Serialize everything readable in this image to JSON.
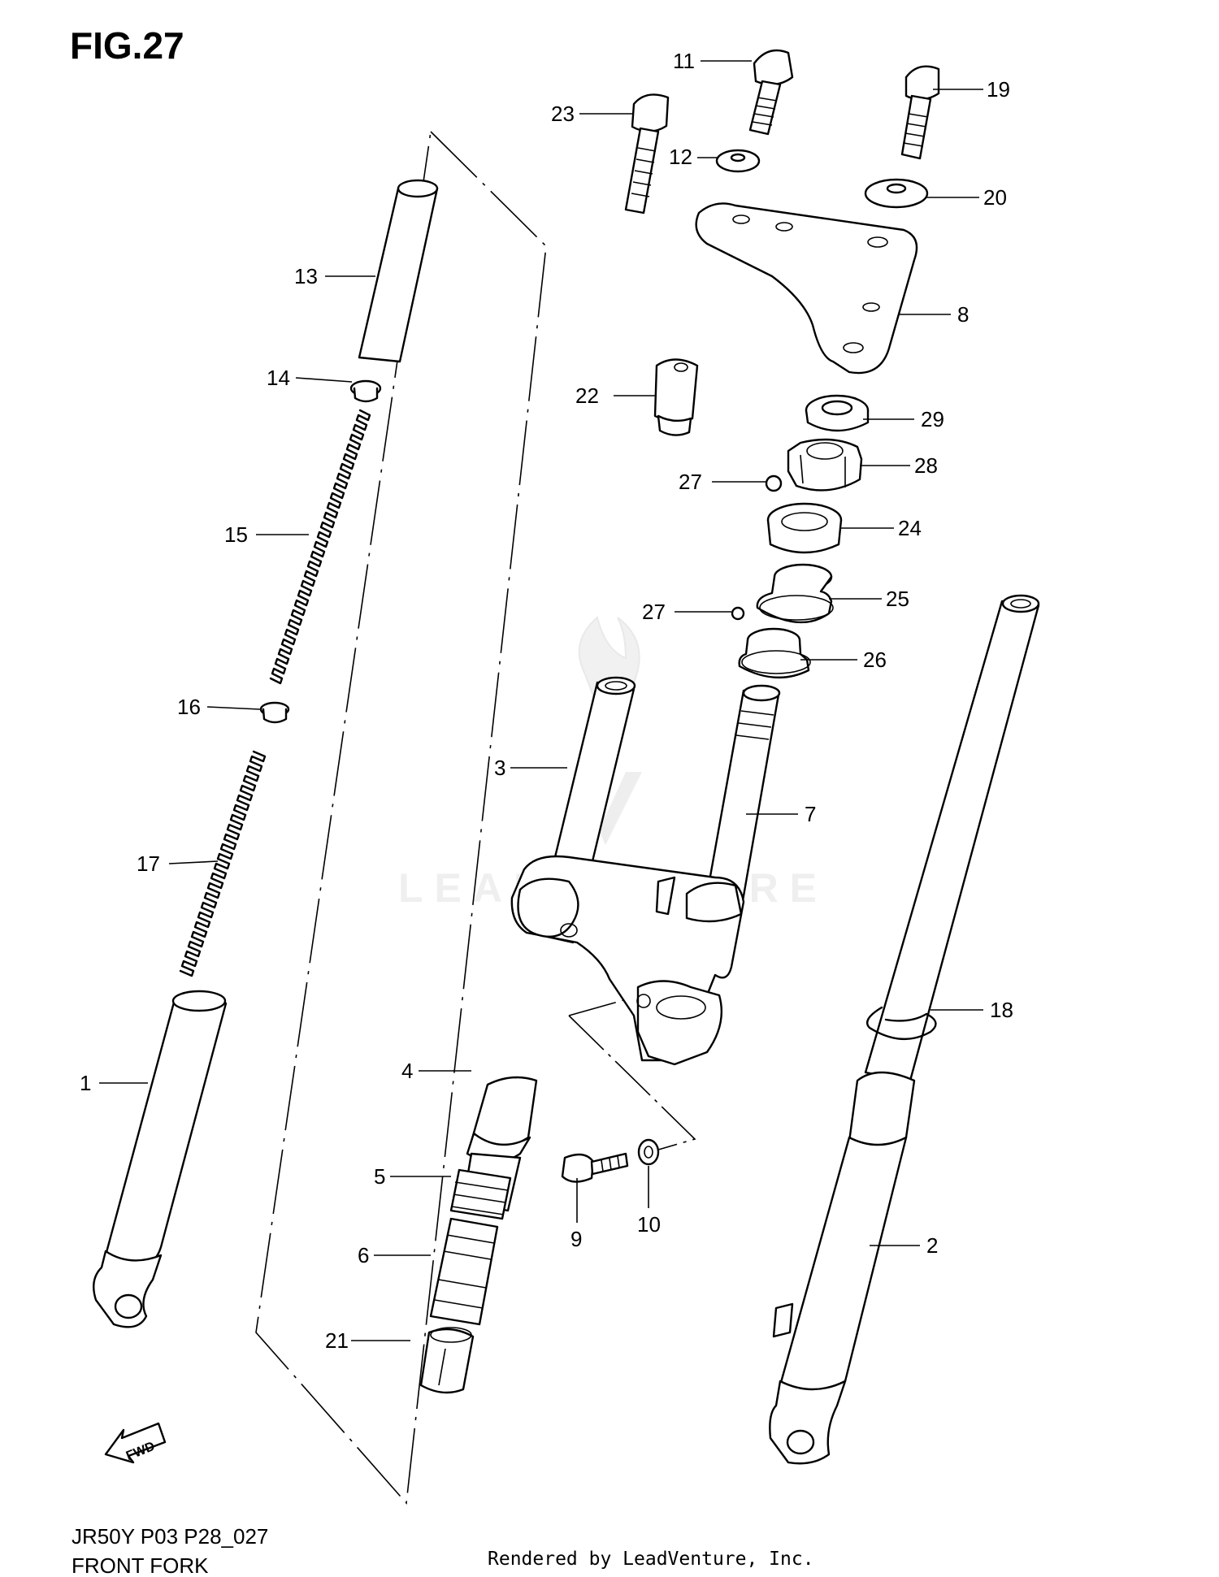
{
  "figure": {
    "title": "FIG.27",
    "model_code": "JR50Y P03 P28_027",
    "section_name": "FRONT FORK",
    "rendered_by": "Rendered by LeadVenture, Inc.",
    "watermark": "LEADVENTURE",
    "direction_label": "FWD"
  },
  "callouts": [
    {
      "id": "1",
      "part": "outer-tube-left"
    },
    {
      "id": "2",
      "part": "outer-tube-right"
    },
    {
      "id": "3",
      "part": "inner-tube"
    },
    {
      "id": "4",
      "part": "boot"
    },
    {
      "id": "5",
      "part": "spring-seat"
    },
    {
      "id": "6",
      "part": "damper-sleeve"
    },
    {
      "id": "7",
      "part": "steering-stem"
    },
    {
      "id": "8",
      "part": "upper-bracket"
    },
    {
      "id": "9",
      "part": "bolt"
    },
    {
      "id": "10",
      "part": "washer"
    },
    {
      "id": "11",
      "part": "bolt"
    },
    {
      "id": "12",
      "part": "washer"
    },
    {
      "id": "13",
      "part": "tube"
    },
    {
      "id": "14",
      "part": "spring-guide"
    },
    {
      "id": "15",
      "part": "fork-spring"
    },
    {
      "id": "16",
      "part": "spring-guide"
    },
    {
      "id": "17",
      "part": "fork-spring"
    },
    {
      "id": "18",
      "part": "clip"
    },
    {
      "id": "19",
      "part": "bolt"
    },
    {
      "id": "20",
      "part": "washer"
    },
    {
      "id": "21",
      "part": "lower-seat"
    },
    {
      "id": "22",
      "part": "cap"
    },
    {
      "id": "23",
      "part": "bolt"
    },
    {
      "id": "24",
      "part": "bearing-race-upper"
    },
    {
      "id": "25",
      "part": "bearing-race"
    },
    {
      "id": "26",
      "part": "bearing-race-lower"
    },
    {
      "id": "27",
      "part": "steel-ball"
    },
    {
      "id": "28",
      "part": "steering-stem-nut"
    },
    {
      "id": "29",
      "part": "lock-nut"
    }
  ]
}
